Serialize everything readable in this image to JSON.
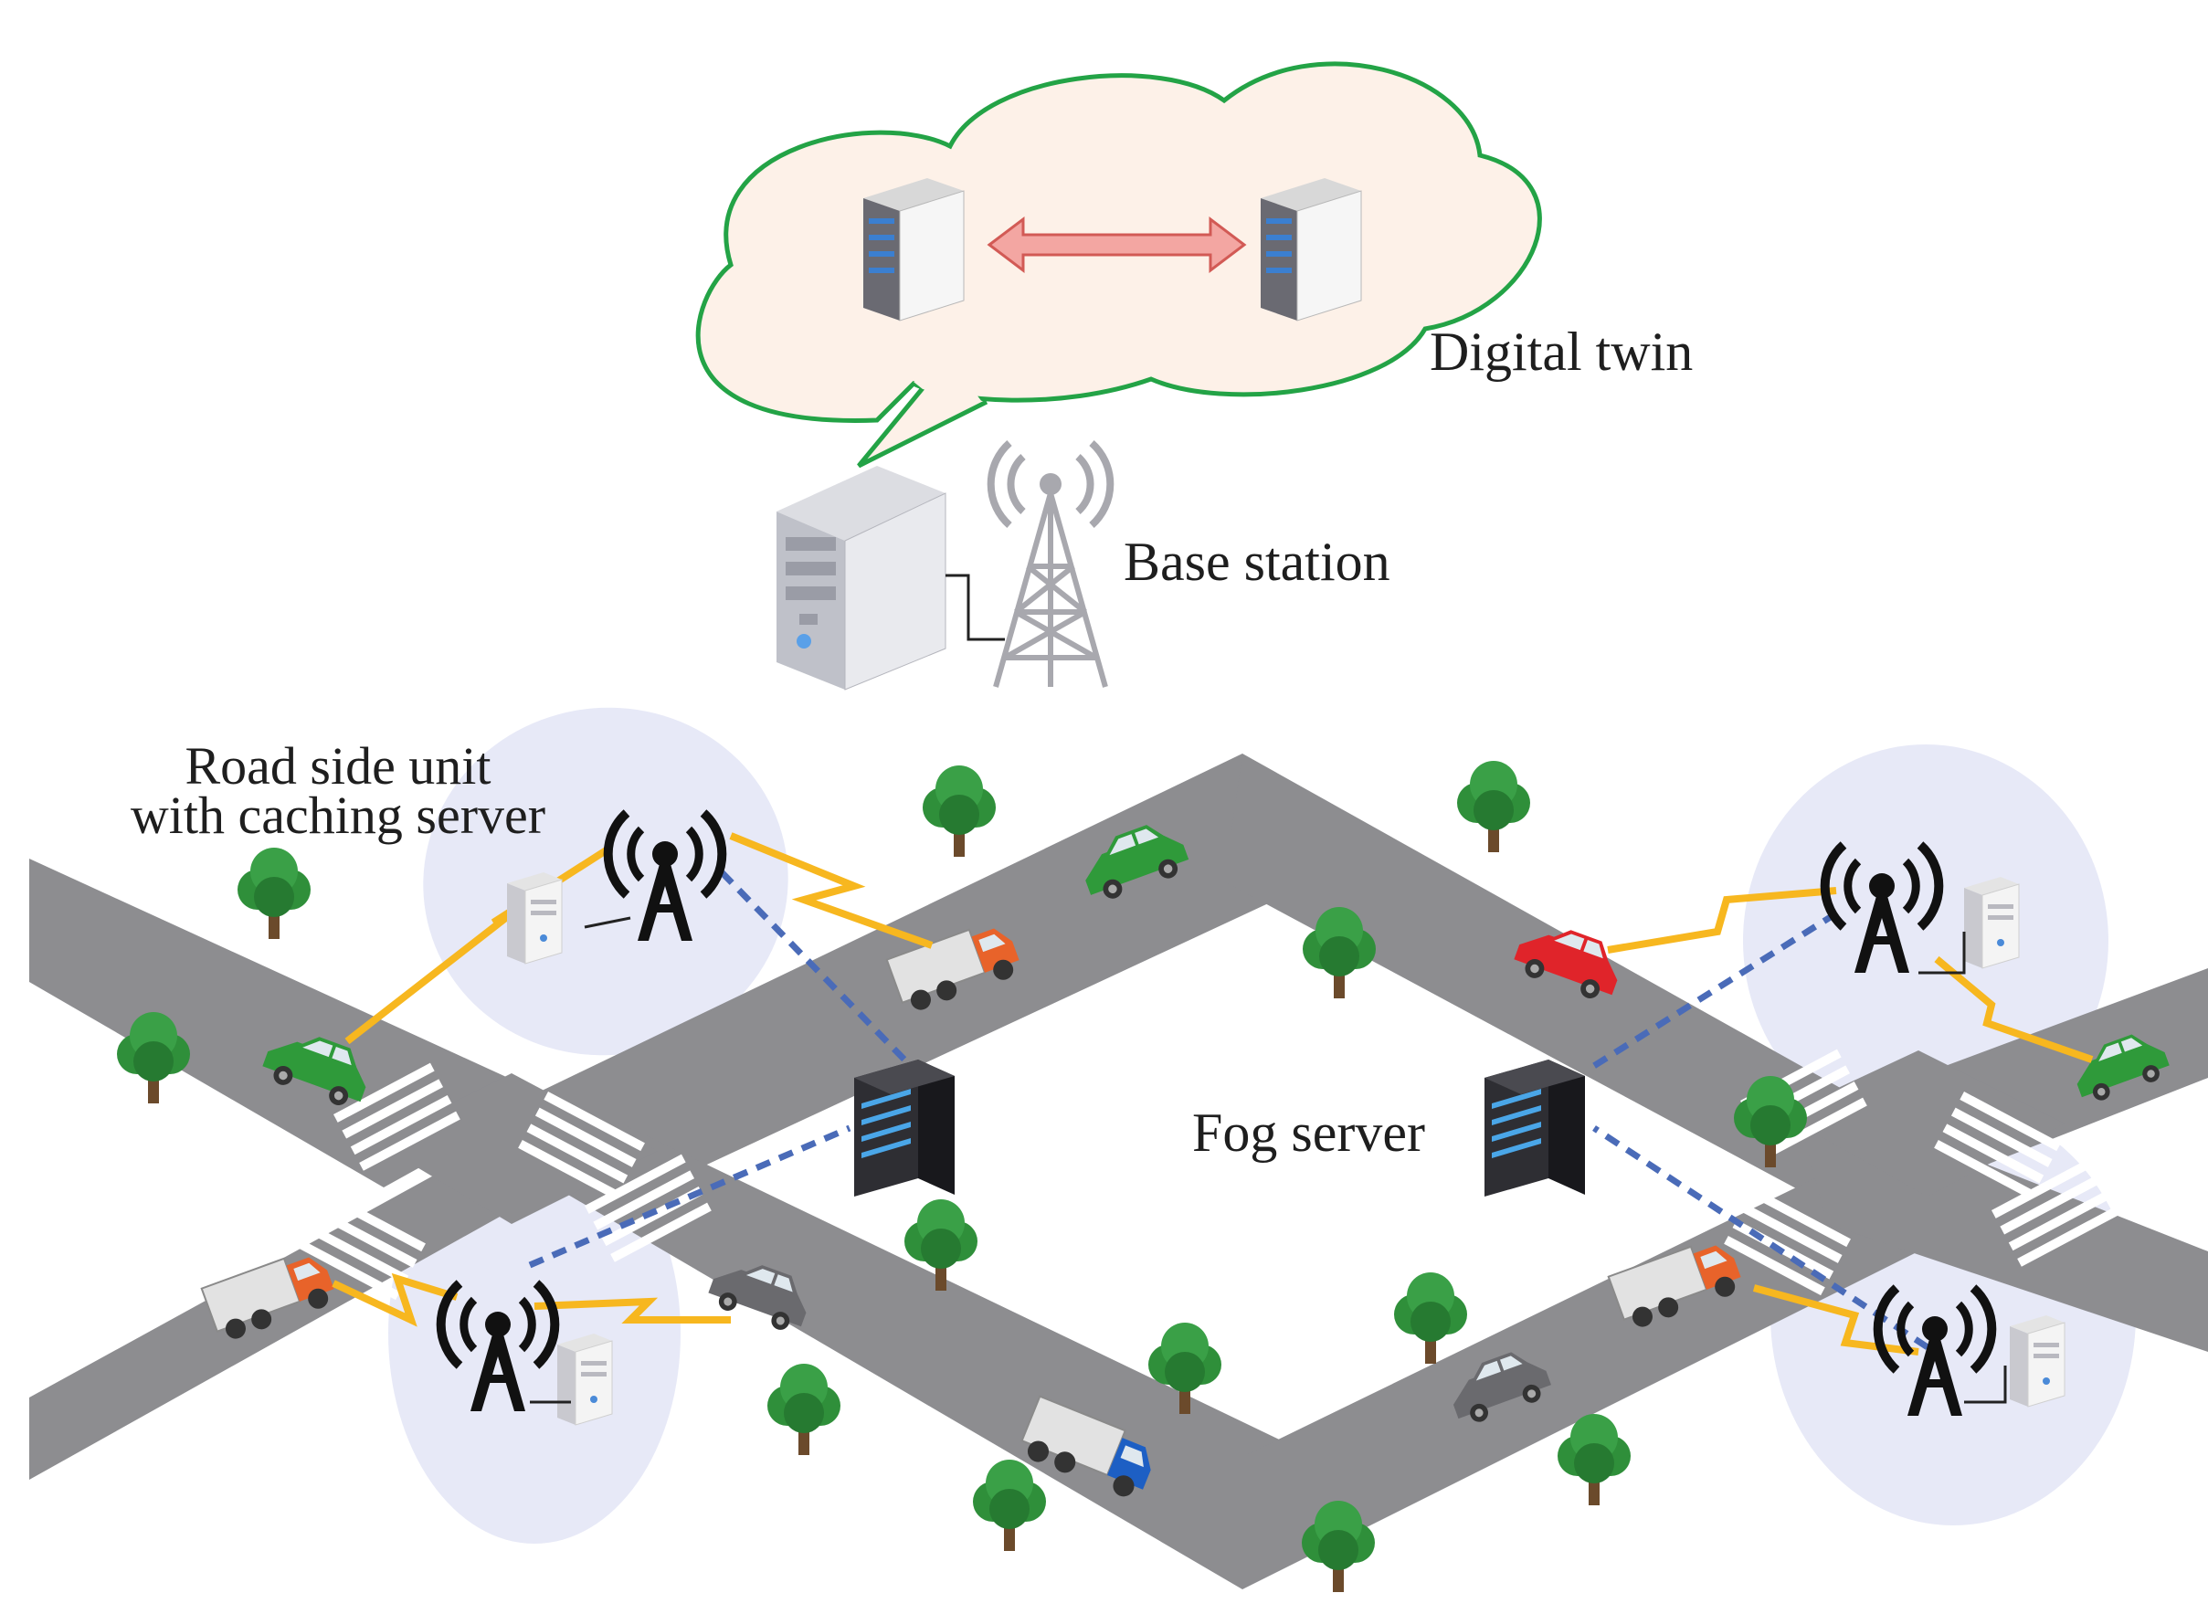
{
  "labels": {
    "digital_twin": "Digital twin",
    "base_station": "Base station",
    "rsu_line1": "Road side unit",
    "rsu_line2": "with caching server",
    "fog_server": "Fog server"
  },
  "colors": {
    "road": "#8c8c8e",
    "coverage": "#e6e8f6",
    "cloud_fill": "#fdf1e8",
    "cloud_stroke": "#23a346",
    "wireless_link": "#f7b71f",
    "wired_link": "#4a6bb8",
    "twin_arrow": "#f3a6a2",
    "tree": "#2f8f3a"
  }
}
